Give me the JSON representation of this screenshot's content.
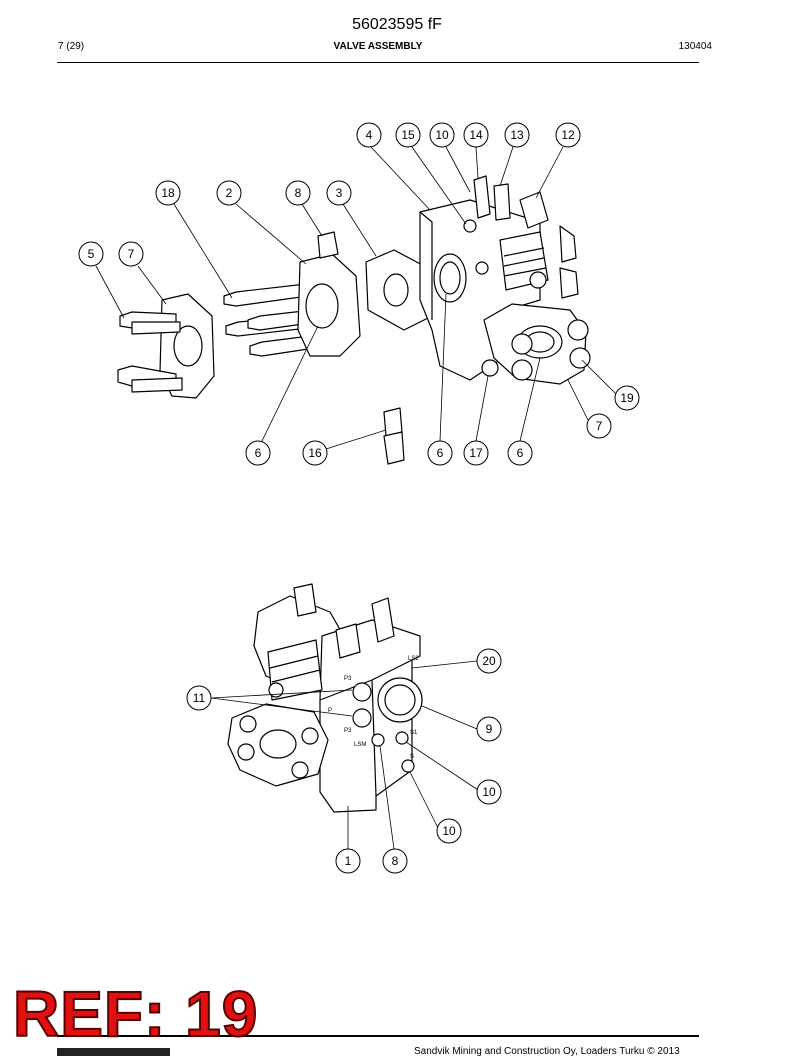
{
  "header": {
    "document_number": "56023595 fF",
    "page": "7 (29)",
    "title": "VALVE ASSEMBLY",
    "date": "130404"
  },
  "reference_stamp": {
    "text": "REF: 19",
    "color": "#e11111"
  },
  "footer": {
    "copyright": "Sandvik Mining and Construction Oy, Loaders Turku © 2013"
  },
  "figure_top": {
    "callouts": [
      "4",
      "15",
      "10",
      "14",
      "13",
      "12",
      "18",
      "2",
      "8",
      "3",
      "5",
      "7",
      "19",
      "7",
      "6",
      "16",
      "6",
      "17",
      "6"
    ]
  },
  "figure_bottom": {
    "callouts": [
      "20",
      "11",
      "9",
      "10",
      "10",
      "1",
      "8"
    ],
    "port_labels": [
      "LS2",
      "P3",
      "P",
      "P3",
      "S1",
      "LSM",
      "S"
    ]
  }
}
